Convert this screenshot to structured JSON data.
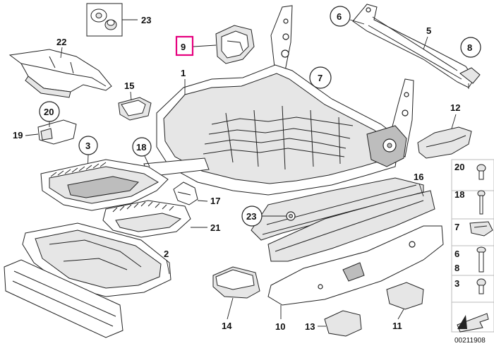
{
  "diagram": {
    "highlight_color": "#e6007e",
    "drawing_number": "00211908",
    "callouts": {
      "c1": "1",
      "c2": "2",
      "c3": "3",
      "c5": "5",
      "c6": "6",
      "c7": "7",
      "c9": "9",
      "c10": "10",
      "c11": "11",
      "c12": "12",
      "c13": "13",
      "c14": "14",
      "c15": "15",
      "c16": "16",
      "c17": "17",
      "c18": "18",
      "c19": "19",
      "c20": "20",
      "c21": "21",
      "c22": "22",
      "c23a": "23",
      "c23b": "23"
    },
    "hardware_legend": [
      {
        "label": "20",
        "icon": "screw-icon"
      },
      {
        "label": "18",
        "icon": "bolt-icon"
      },
      {
        "label": "7",
        "icon": "clip-icon"
      },
      {
        "label": "6",
        "icon": "bolt-icon"
      },
      {
        "label": "8",
        "icon": "bolt-icon"
      },
      {
        "label": "3",
        "icon": "screw-icon"
      }
    ]
  }
}
